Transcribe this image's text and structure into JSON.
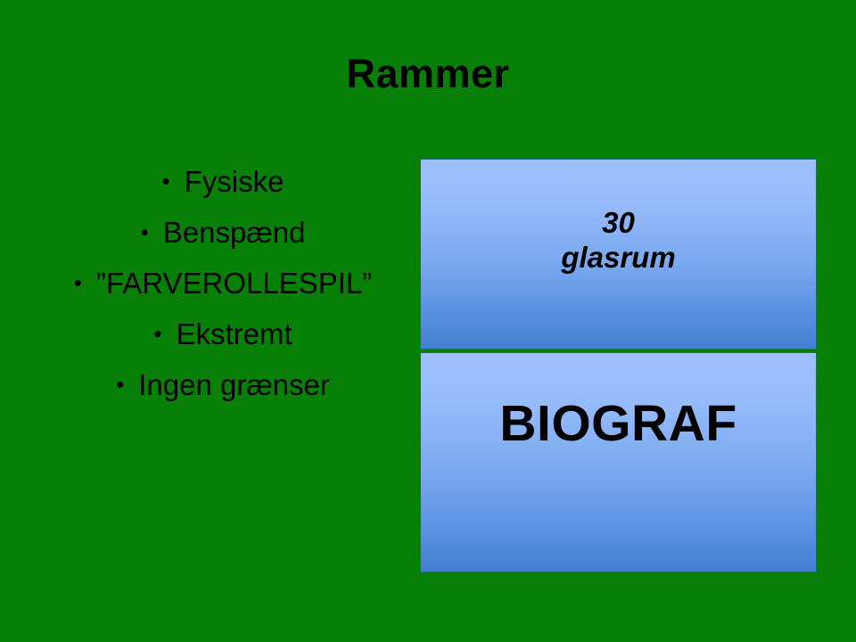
{
  "slide": {
    "background_color": "#088008",
    "title": "Rammer",
    "title_color": "#000000"
  },
  "bullets": [
    {
      "text": "Fysiske",
      "marker": "•"
    },
    {
      "text": "Benspænd",
      "marker": "•"
    },
    {
      "text": "”FARVEROLLESPIL”",
      "marker": "•"
    },
    {
      "text": "Ekstremt",
      "marker": "•"
    },
    {
      "text": "Ingen grænser",
      "marker": "•"
    }
  ],
  "boxes": {
    "gradient_top_color": "#9DC1FD",
    "gradient_bottom_color": "#4180CF",
    "border_color": "#2C5F94",
    "glasrum": {
      "line1": "30",
      "line2": "glasrum"
    },
    "biograf": {
      "line1": "BIOGRAF"
    }
  }
}
